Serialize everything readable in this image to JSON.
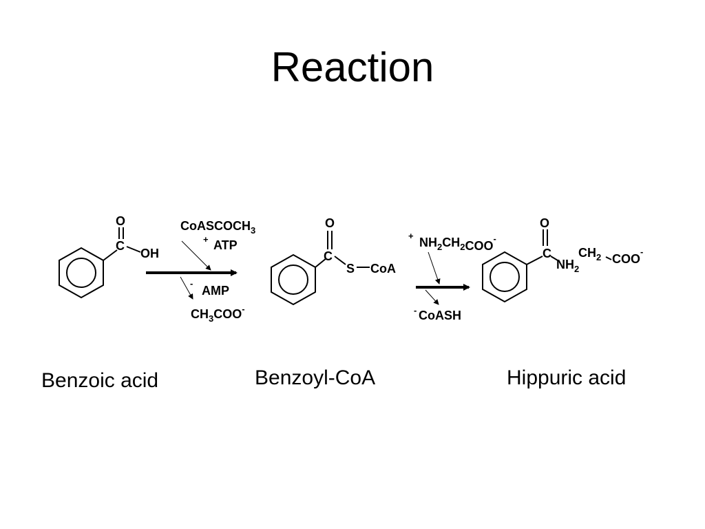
{
  "title": "Reaction",
  "compounds": {
    "benzoic_acid": {
      "name": "Benzoic acid",
      "O": "O",
      "C": "C",
      "OH": "OH"
    },
    "benzoyl_coa": {
      "name": "Benzoyl-CoA",
      "O": "O",
      "C": "C",
      "S": "S",
      "CoA": "CoA"
    },
    "hippuric_acid": {
      "name": "Hippuric acid",
      "O": "O",
      "C": "C",
      "NH": "NH",
      "NH_sub": "2",
      "CH": "CH",
      "CH_sub": "2",
      "COO": "COO",
      "minus": "-"
    }
  },
  "step1": {
    "reagent1_main": "CoASCOCH",
    "reagent1_sub": "3",
    "plus": "+",
    "reagent2": "ATP",
    "minus": "-",
    "product1": "AMP",
    "product2_a": "CH",
    "product2_sub": "3",
    "product2_b": "COO",
    "product2_charge": "-"
  },
  "step2": {
    "plus": "+",
    "reagent_a": "NH",
    "reagent_sub1": "2",
    "reagent_b": "CH",
    "reagent_sub2": "2",
    "reagent_c": "COO",
    "reagent_charge": "-",
    "minus": "-",
    "product": "CoASH"
  }
}
